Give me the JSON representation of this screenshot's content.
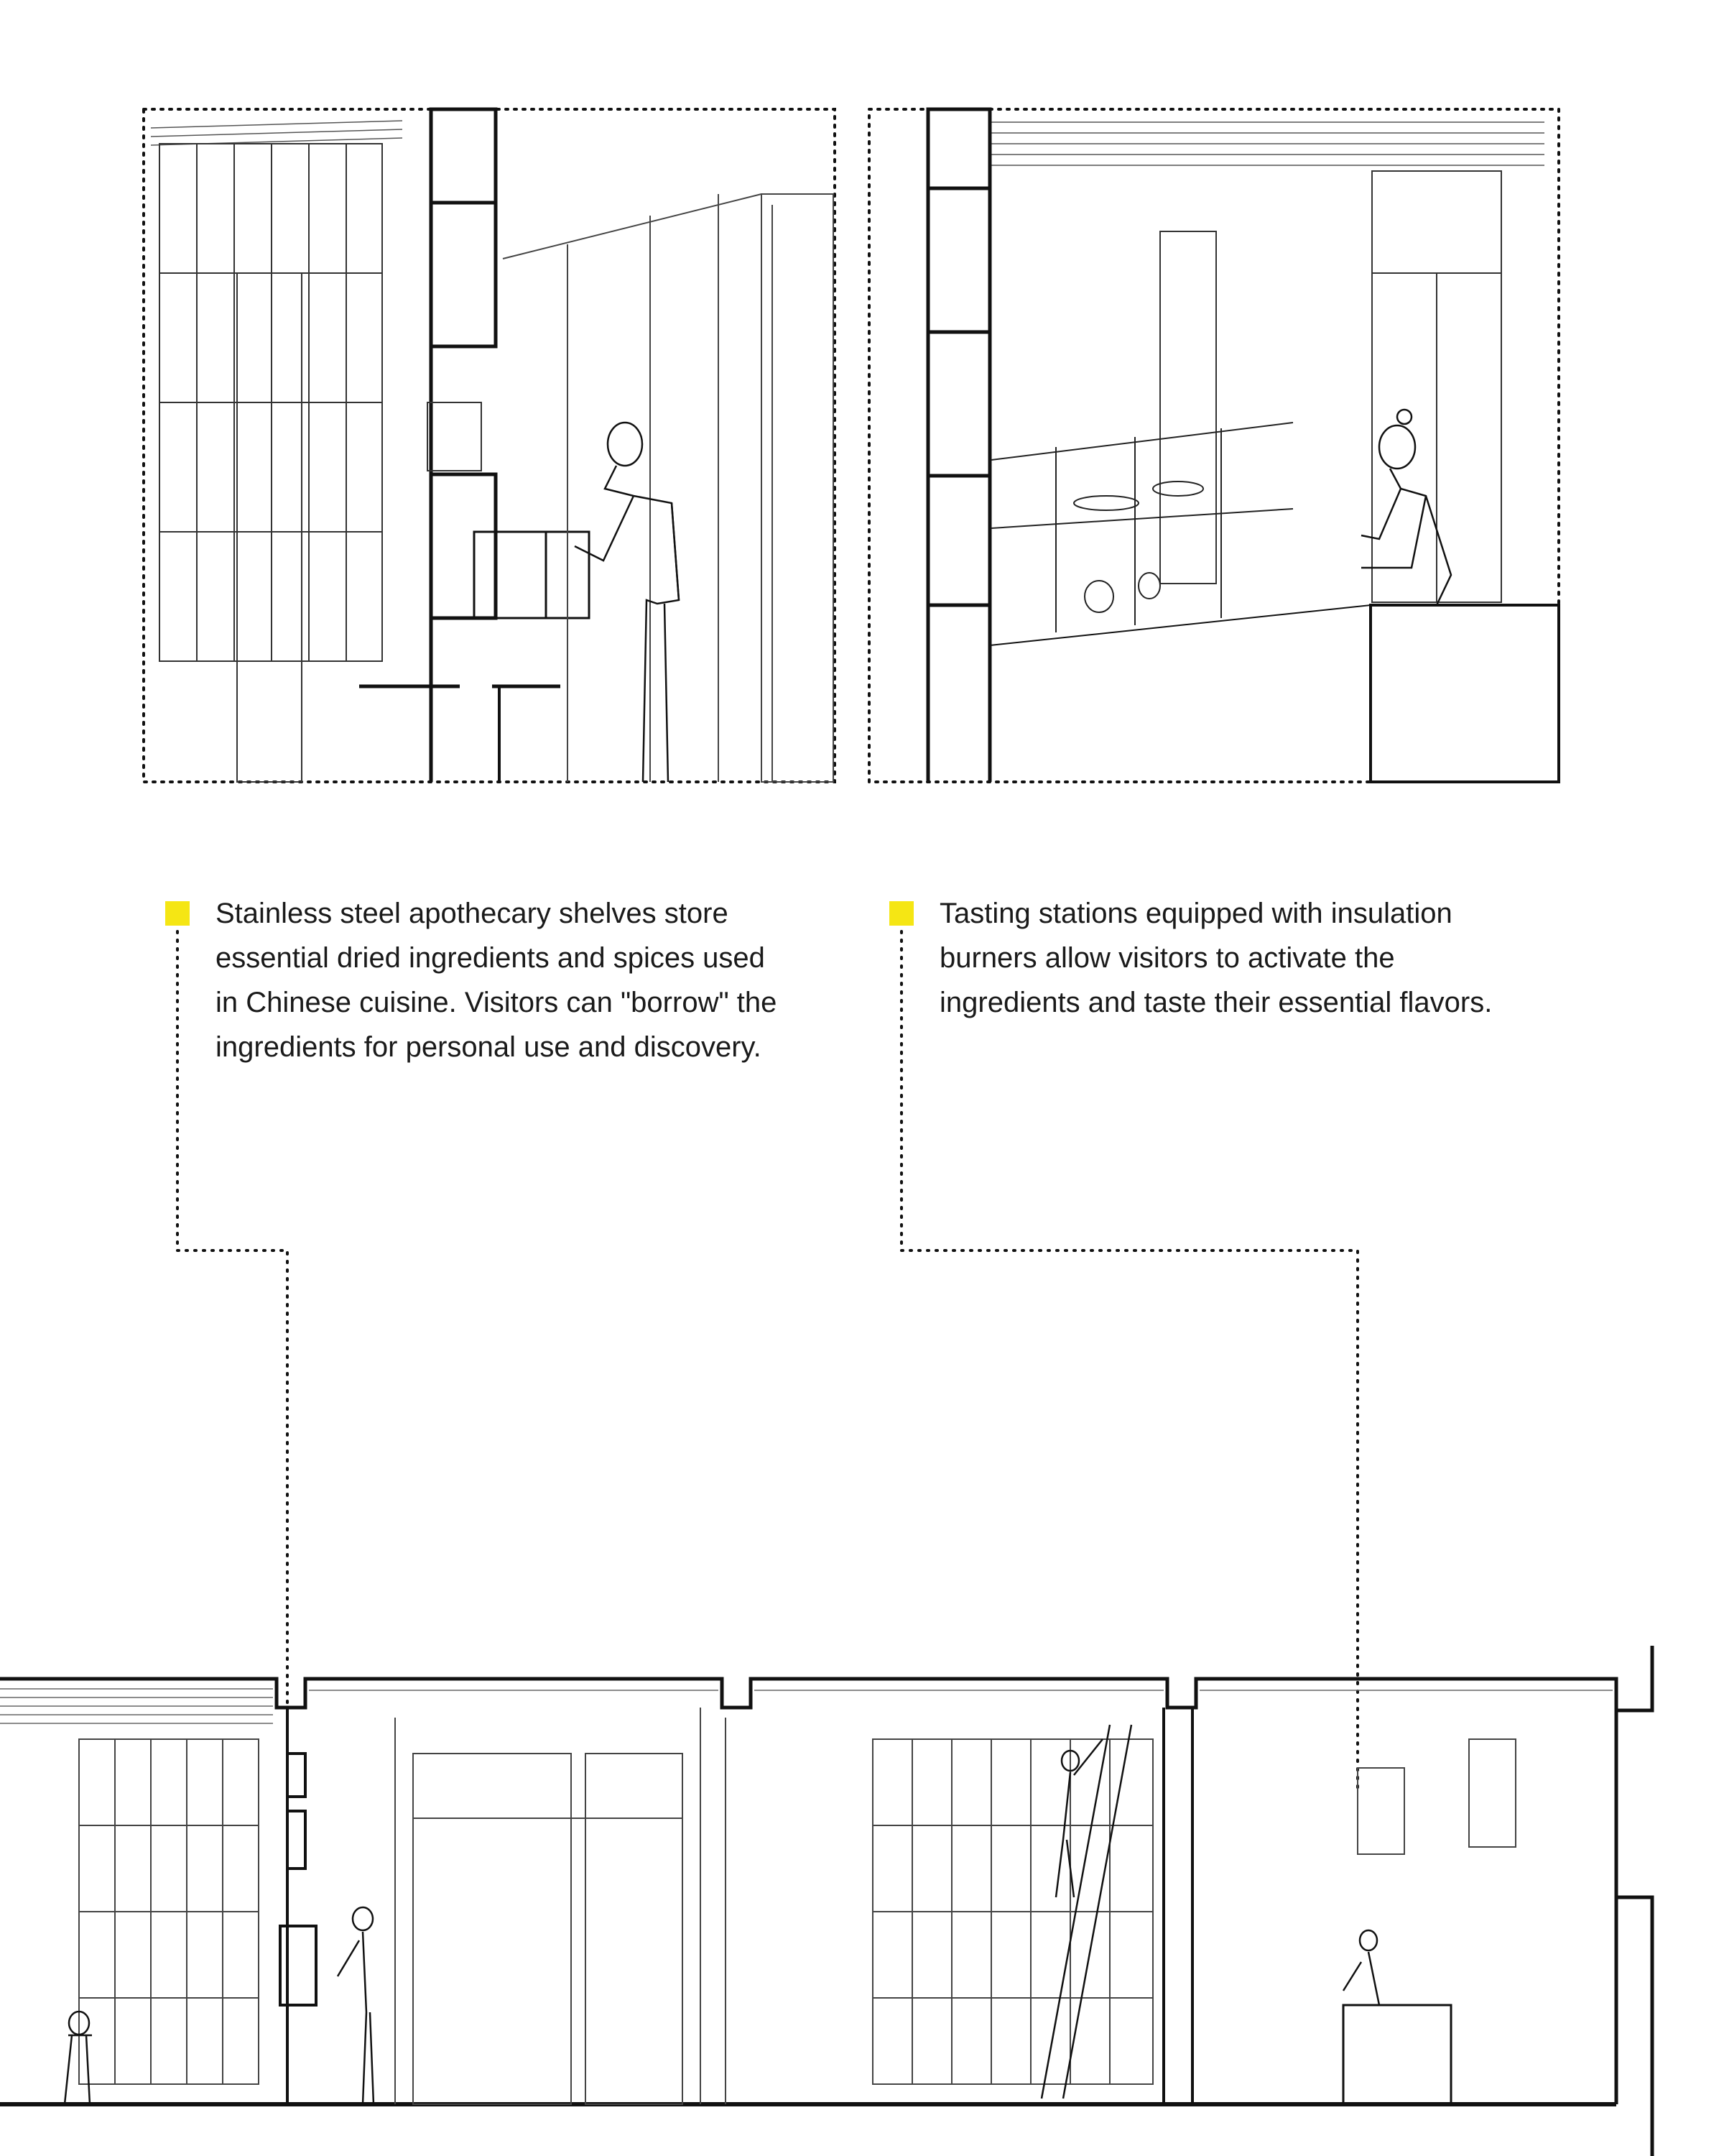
{
  "colors": {
    "accent": "#f5e614",
    "line": "#111111",
    "background": "#ffffff"
  },
  "captions": [
    {
      "lines": [
        "Stainless steel apothecary shelves store",
        "essential dried ingredients and spices used",
        "in Chinese cuisine. Visitors can \"borrow\" the",
        "ingredients for personal use and discovery."
      ]
    },
    {
      "lines": [
        "Tasting stations equipped with insulation",
        "burners allow visitors to activate the",
        "ingredients and taste their essential flavors."
      ]
    }
  ]
}
